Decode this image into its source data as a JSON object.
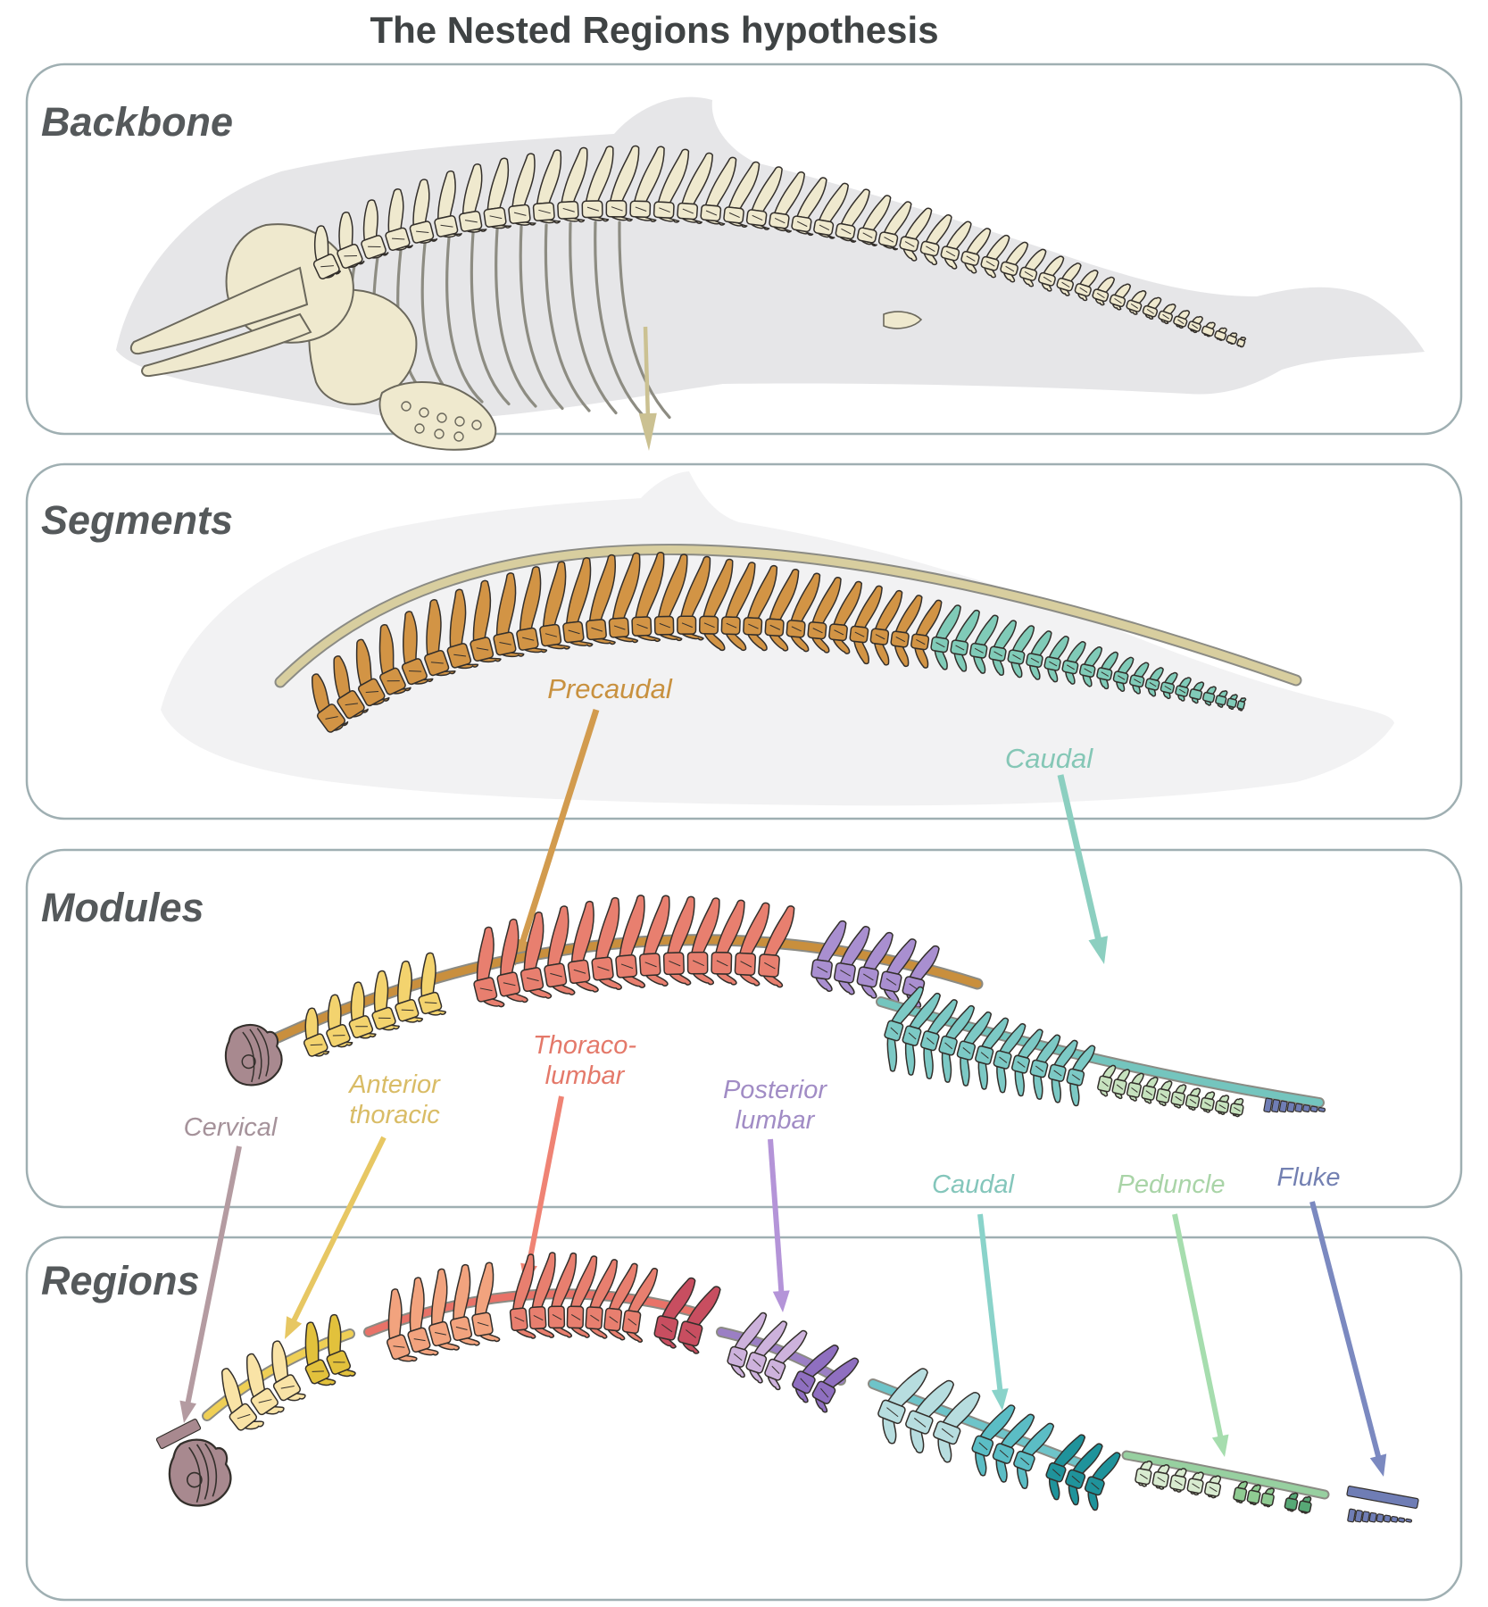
{
  "title": "The Nested Regions hypothesis",
  "panels": [
    {
      "label": "Backbone"
    },
    {
      "label": "Segments"
    },
    {
      "label": "Modules"
    },
    {
      "label": "Regions"
    }
  ],
  "segments": {
    "precaudal": "Precaudal",
    "caudal": "Caudal"
  },
  "modules": {
    "cervical": "Cervical",
    "anterior_1": "Anterior",
    "anterior_2": "thoracic",
    "thoraco_1": "Thoraco-",
    "thoraco_2": "lumbar",
    "posterior_1": "Posterior",
    "posterior_2": "lumbar",
    "caudal": "Caudal",
    "peduncle": "Peduncle",
    "fluke": "Fluke"
  },
  "palette": {
    "title_color": "#3F4344",
    "label_color": "#55595B",
    "panel_border": "#9FAFB2",
    "silhouette": "#E6E6E8",
    "silhouette_faint": "#F2F2F3",
    "bone": "#EFE9CE",
    "bone_stroke": "#6B685C",
    "band_beige": "#D8CE9F",
    "arrow_beige": "#CBC192",
    "precaudal_fill": "#D29445",
    "caudal_fill": "#80CBB8",
    "label_precaudal": "#C8913F",
    "label_caudal_seg": "#85C7B6",
    "module_band_orange": "#C98F3D",
    "module_band_teal": "#74C5BE",
    "module_yellow": "#F3D36E",
    "module_salmon": "#E87F6F",
    "module_purple": "#A98FD0",
    "module_cervical": "#A8898F",
    "module_caudal": "#7CC9C5",
    "module_peduncle": "#C6E2BE",
    "module_fluke": "#6F7DB5",
    "label_cervical": "#A5929A",
    "label_anterior": "#D9BC66",
    "label_thoraco": "#E4796A",
    "label_posterior": "#A18CC5",
    "label_caudal_mod": "#84C6BB",
    "label_peduncle": "#A9D4A7",
    "label_fluke": "#7380B2",
    "region_band_yellow": "#EFCF55",
    "region_band_red": "#E87268",
    "region_band_purple": "#9B7FC4",
    "region_band_teal": "#6EC4C9",
    "region_band_green": "#97D0A0",
    "region_cervical": "#A8898F",
    "region_anterior": [
      "#F9E3A6",
      "#E2C13C"
    ],
    "region_thoraco": [
      "#F2A37E",
      "#E87F6F",
      "#C84E60"
    ],
    "region_posterior": [
      "#CDB2DC",
      "#8F6FC0"
    ],
    "region_caudal": [
      "#B7DDDF",
      "#5BBDC5",
      "#1F939B"
    ],
    "region_peduncle": [
      "#D8EBD0",
      "#8FCB92",
      "#57A876"
    ],
    "region_fluke": "#6F7DB5",
    "arrow_orange": "#D29B4E",
    "arrow_teal": "#8CCFC0",
    "arrow_mauve": "#B49BA1",
    "arrow_yellow": "#E7C763",
    "arrow_red": "#EF8374",
    "arrow_purple": "#B494D8",
    "arrow_teal2": "#8AD3CA",
    "arrow_green": "#A6DDAE",
    "arrow_blue": "#7B89C0",
    "vert_stroke": "#332F2B"
  }
}
